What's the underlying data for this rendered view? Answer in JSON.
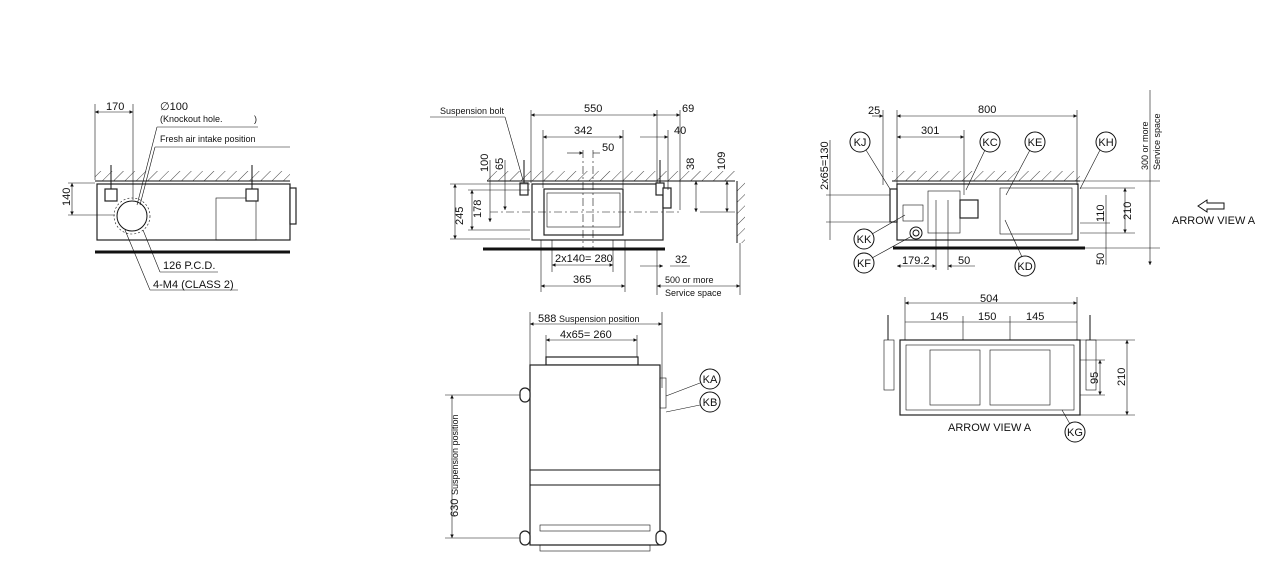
{
  "side_view": {
    "dim_170": "170",
    "diameter": "∅100",
    "knockout": "(Knockout hole.",
    "knockout_close": ")",
    "fresh_air": "Fresh air intake position",
    "dim_140": "140",
    "pcd": "126 P.C.D.",
    "screws": "4-M4 (CLASS 2)"
  },
  "front_view": {
    "suspension_bolt": "Suspension bolt",
    "dim_550": "550",
    "dim_342": "342",
    "dim_50": "50",
    "dim_69": "69",
    "dim_40": "40",
    "dim_100": "100",
    "dim_65": "65",
    "dim_245": "245",
    "dim_178": "178",
    "dim_38": "38",
    "dim_109": "109",
    "dim_280": "2x140= 280",
    "dim_32": "32",
    "dim_365": "365",
    "service_dim": "500  or more",
    "service_label": "Service space"
  },
  "rear_view": {
    "dim_25": "25",
    "dim_800": "800",
    "dim_301": "301",
    "dim_130": "2x65=130",
    "dim_179": "179.2",
    "dim_50": "50",
    "dim_110": "110",
    "dim_210": "210",
    "dim_50b": "50",
    "service_dim": "300  or more",
    "service_label": "Service space",
    "arrow_label": "ARROW VIEW A",
    "callouts": [
      "KJ",
      "KC",
      "KE",
      "KH",
      "KK",
      "KF",
      "KD"
    ]
  },
  "top_view": {
    "dim_588": "588",
    "dim_588_label": "Suspension position",
    "dim_260": "4x65= 260",
    "dim_630": "630",
    "dim_630_label": "Suspension position",
    "callouts": [
      "KA",
      "KB"
    ]
  },
  "arrow_view": {
    "dim_504": "504",
    "dim_145a": "145",
    "dim_150": "150",
    "dim_145b": "145",
    "dim_95": "95",
    "dim_210": "210",
    "title": "ARROW VIEW A",
    "callouts": [
      "KG"
    ]
  }
}
